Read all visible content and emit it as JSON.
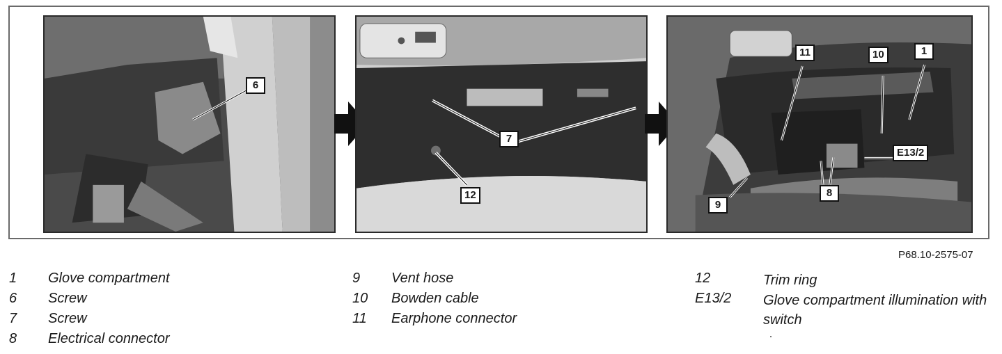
{
  "figure_id": "P68.10-2575-07",
  "photos": [
    {
      "callouts": [
        "6"
      ]
    },
    {
      "callouts": [
        "7",
        "12"
      ]
    },
    {
      "callouts": [
        "11",
        "10",
        "1",
        "E13/2",
        "9",
        "8"
      ]
    }
  ],
  "legend": [
    {
      "num": "1",
      "desc": "Glove compartment"
    },
    {
      "num": "6",
      "desc": "Screw"
    },
    {
      "num": "7",
      "desc": "Screw"
    },
    {
      "num": "8",
      "desc": "Electrical connector"
    },
    {
      "num": "9",
      "desc": "Vent hose"
    },
    {
      "num": "10",
      "desc": "Bowden cable"
    },
    {
      "num": "11",
      "desc": "Earphone connector"
    },
    {
      "num": "12",
      "desc": "Trim ring"
    },
    {
      "num": "E13/2",
      "desc": "Glove compartment illumination with switch"
    }
  ]
}
